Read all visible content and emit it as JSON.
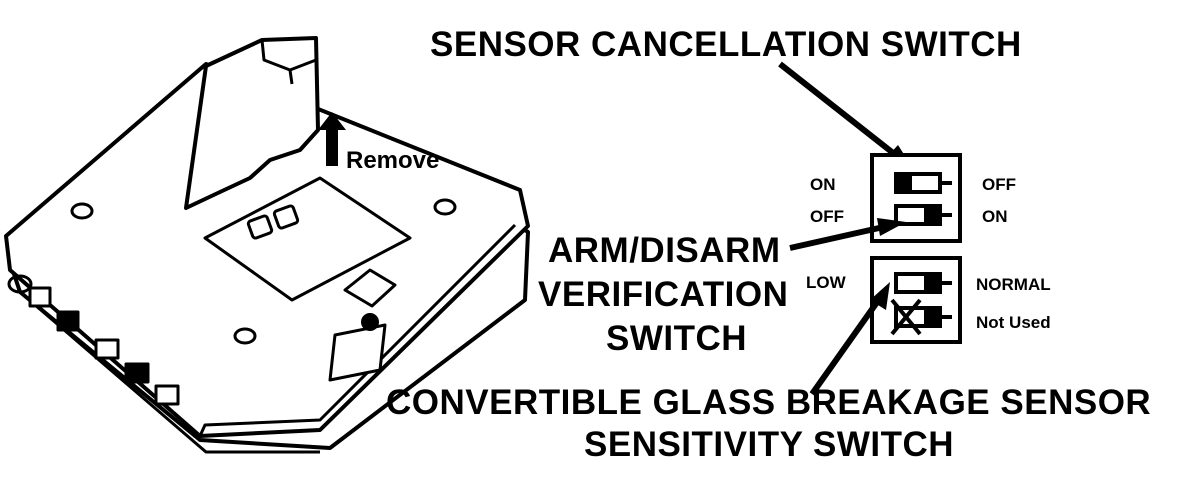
{
  "callouts": {
    "sensor_cancellation": "SENSOR CANCELLATION SWITCH",
    "arm_disarm_line1": "ARM/DISARM",
    "arm_disarm_line2": "VERIFICATION",
    "arm_disarm_line3": "SWITCH",
    "convertible_line1": "CONVERTIBLE GLASS BREAKAGE SENSOR",
    "convertible_line2": "SENSITIVITY SWITCH"
  },
  "switch_block_top": {
    "row1_left": "ON",
    "row1_right": "OFF",
    "row2_left": "OFF",
    "row2_right": "ON"
  },
  "switch_block_bottom": {
    "row1_left": "LOW",
    "row1_right": "NORMAL",
    "row2_right": "Not Used"
  },
  "module": {
    "remove_label": "Remove"
  }
}
